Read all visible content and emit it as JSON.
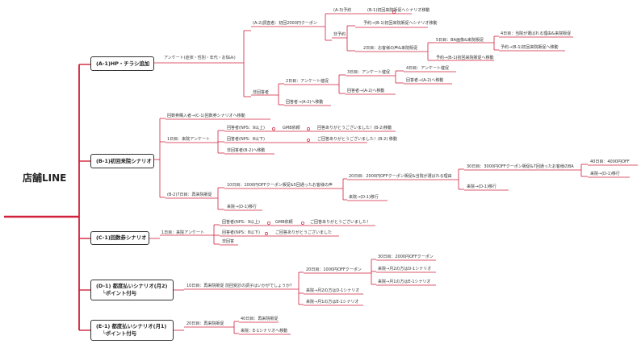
{
  "root_label": "店舗LINE",
  "colors": {
    "branch": "#d0213c",
    "box_border": "#333333",
    "text": "#333333"
  },
  "branches": {
    "a": {
      "title": "(A-1)HP・チラシ追加",
      "survey": "アンケート(症状・性別・年代・お悩み)",
      "booked": "(A-2)調査者：初回2000円クーポン",
      "a3_reserve": "(A-3)予約",
      "b1_move": "(B-1)初回来院販促へシナリオ移動",
      "not_reserved": "非予約",
      "reserve_b1": "予約→(B-1)初回来院販促へシナリオ移動",
      "day2_voice": "2日目：お客様の声&来院販促",
      "day5": "5日目：BA画像&来院販促",
      "day4_reason": "4日目：当院が選ばれる理由&来院販促",
      "reserve_b1_move": "予約→(B-1)初回来院販促へ移動",
      "reserve_b1_move_2": "予約→(B-1)初回来院販促へ移動",
      "non_respondent": "非回答者",
      "day2_survey": "2日目：アンケート催促",
      "day3_survey": "3日目：アンケート催促",
      "day4_survey": "4日目：アンケート催促",
      "resp_a2": "回答者→(A-2)へ移動",
      "resp_a2_b": "回答者→(A-2)へ移動",
      "resp_a2_c": "回答者→(A-2)へ移動"
    },
    "b": {
      "title": "(B-1)初回来院シナリオ",
      "ticket_buyer": "回数券購入者→(C-1)回数券シナリオへ移動",
      "day1_survey": "1日目：来院アンケート",
      "nps_high": "回答者(NPS：9以上)",
      "gmb": "GMB依頼",
      "thanks_b2": "回答ありがとうございました！(B-2)移動",
      "nps_low": "回答者(NPS：8以下)",
      "thanks_b2_b": "ご回答ありがとうございました！(B-2) 移動",
      "no_reply_b2": "非回答者(B-2)へ移動",
      "b2_day7": "(B-2)7日目：再来院販促",
      "day10": "10日目：1000円OFFクーポン販促&5回通ったお客様の声",
      "day20": "20日目：2000円OFFクーポン販促&当院が選ばれる理由",
      "day30": "30日目：3000円OFFクーポン販促&7回通ったお客様のBA",
      "day40": "40日目：4000円OFF",
      "visit_d1_a": "来院→(D-1)移行",
      "visit_d1_b": "来院→(D-1)移行",
      "visit_d1_c": "来院→(D-1)移行",
      "visit_d1_d": "来院→(D-1)移行"
    },
    "c": {
      "title": "(C-1)回数券シナリオ",
      "day1_survey": "1日目：来院アンケート",
      "nps_high": "回答者(NPS：9以上)",
      "gmb": "GMB依頼",
      "thanks_a": "ご回答ありがとうございました！",
      "nps_low": "回答者(NPS：8以下)",
      "thanks_b": "ご回答ありがとうございました",
      "non_resp": "非回答"
    },
    "d": {
      "title_line1": "(D-1) 都度払いシナリオ(月2)",
      "title_line2": "└ポイント付与",
      "day10": "10日目：再来院販促 前回受診の調子はいかがでしょうか？",
      "day20": "20日目：1000円OFFクーポン",
      "day30": "30日目：2000円OFFクーポン",
      "visit_2": "来院→月2の方はD-1シナリオ",
      "visit_1": "来院→月1の方はE-1シナリオ",
      "visit_2_b": "来院→月2の方はD-1シナリオ",
      "visit_1_b": "来院→月1の方はE-1シナリオ"
    },
    "e": {
      "title_line1": "(E-1) 都度払いシナリオ(月1)",
      "title_line2": "└ポイント付与",
      "day20": "20日目：再来院販促",
      "day40": "40日目：再来院販促",
      "visit": "来院：E-1シナリオへ移動"
    }
  }
}
